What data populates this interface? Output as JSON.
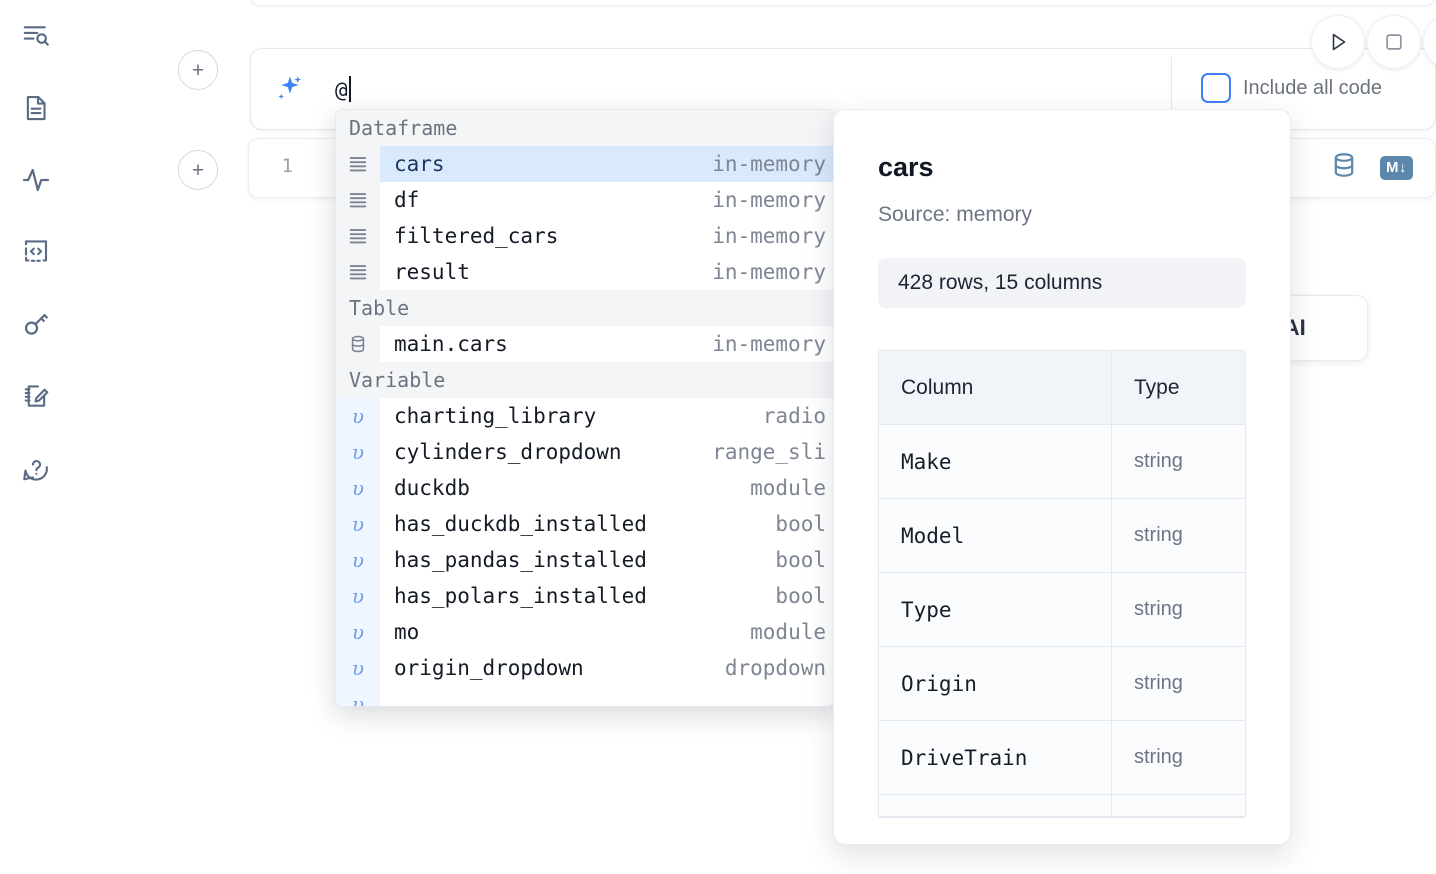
{
  "sidebar": {
    "items": [
      {
        "name": "explore-outline-icon",
        "label": "Outline"
      },
      {
        "name": "file-document-icon",
        "label": "File explorer"
      },
      {
        "name": "activity-pulse-icon",
        "label": "Runtime activity"
      },
      {
        "name": "code-snippets-icon",
        "label": "Snippets"
      },
      {
        "name": "secrets-key-icon",
        "label": "Secrets"
      },
      {
        "name": "scratchpad-edit-icon",
        "label": "Scratchpad"
      },
      {
        "name": "help-question-icon",
        "label": "Help"
      }
    ]
  },
  "toolbar": {
    "run_label": "Run",
    "stop_label": "Stop",
    "extra_label": "More"
  },
  "ai_cell": {
    "sparkle_icon": "sparkle-icon",
    "input_value": "@",
    "placeholder": "",
    "include_all_code_label": "Include all code",
    "include_all_code_checked": false
  },
  "code_cell": {
    "line_number": "1",
    "database_icon": "database-icon",
    "markdown_badge": "M↓"
  },
  "ai_card": {
    "label": "h AI"
  },
  "autocomplete": {
    "groups": [
      {
        "label": "Dataframe",
        "icon": "dataframe-lines-icon",
        "kind": "dataframe",
        "items": [
          {
            "name": "cars",
            "type": "in-memory",
            "selected": true
          },
          {
            "name": "df",
            "type": "in-memory",
            "selected": false
          },
          {
            "name": "filtered_cars",
            "type": "in-memory",
            "selected": false
          },
          {
            "name": "result",
            "type": "in-memory",
            "selected": false
          }
        ]
      },
      {
        "label": "Table",
        "icon": "database-icon",
        "kind": "table",
        "items": [
          {
            "name": "main.cars",
            "type": "in-memory",
            "selected": false
          }
        ]
      },
      {
        "label": "Variable",
        "icon": "variable-icon",
        "kind": "variable",
        "items": [
          {
            "name": "charting_library",
            "type": "radio",
            "selected": false
          },
          {
            "name": "cylinders_dropdown",
            "type": "range_sli",
            "selected": false
          },
          {
            "name": "duckdb",
            "type": "module",
            "selected": false
          },
          {
            "name": "has_duckdb_installed",
            "type": "bool",
            "selected": false
          },
          {
            "name": "has_pandas_installed",
            "type": "bool",
            "selected": false
          },
          {
            "name": "has_polars_installed",
            "type": "bool",
            "selected": false
          },
          {
            "name": "mo",
            "type": "module",
            "selected": false
          },
          {
            "name": "origin_dropdown",
            "type": "dropdown",
            "selected": false
          }
        ]
      }
    ]
  },
  "documentation": {
    "title": "cars",
    "source": "Source: memory",
    "shape": "428 rows, 15 columns",
    "table": {
      "headers": [
        "Column",
        "Type"
      ],
      "rows": [
        [
          "Make",
          "string"
        ],
        [
          "Model",
          "string"
        ],
        [
          "Type",
          "string"
        ],
        [
          "Origin",
          "string"
        ],
        [
          "DriveTrain",
          "string"
        ]
      ]
    }
  },
  "colors": {
    "accent_blue": "#3b82f6",
    "selection_blue": "#daeafd",
    "steel_blue": "#5b87ad",
    "muted_text": "#6b7280"
  }
}
